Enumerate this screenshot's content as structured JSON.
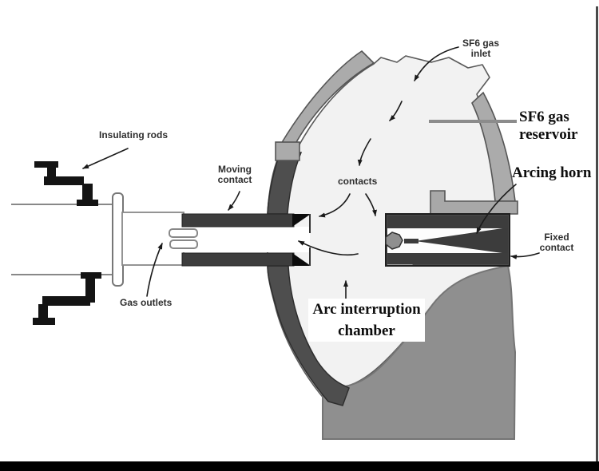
{
  "diagram": {
    "labels": {
      "insulating_rods": {
        "text": "Insulating rods"
      },
      "moving_contact": {
        "text": "Moving\ncontact"
      },
      "sf6_inlet": {
        "text": "SF6 gas\ninlet"
      },
      "sf6_reservoir": {
        "text": "SF6 gas\nreservoir"
      },
      "arcing_horn": {
        "text": "Arcing horn"
      },
      "fixed_contact": {
        "text": "Fixed\ncontact"
      },
      "contacts": {
        "text": "contacts"
      },
      "gas_outlets": {
        "text": "Gas outlets"
      },
      "arc_chamber": {
        "text": "Arc interruption\nchamber"
      }
    },
    "colors": {
      "interior": "#f2f2f2",
      "shell": "#ababab",
      "wall": "#4e4e4e",
      "contact_dark": "#3d3d3d",
      "bevel_black": "#0c0c0c",
      "mound": "#8f8f8f",
      "block_bg": "#4a4a4a",
      "corner_gray": "#9c9c9c",
      "outline": "#555555",
      "arrow": "#1a1a1a",
      "leader_gray": "#8c8c8c"
    }
  }
}
